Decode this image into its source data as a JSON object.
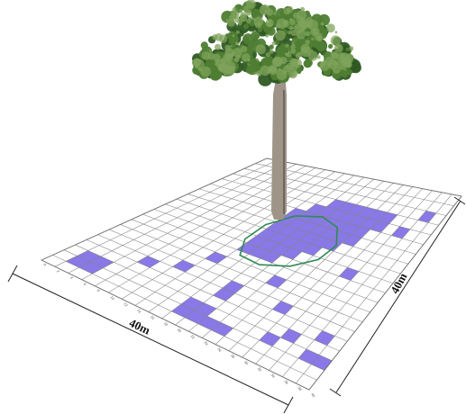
{
  "grid": {
    "cols": 20,
    "rows": 20,
    "line_color": "#8a8a8a",
    "fill_color": "#ffffff",
    "highlight_color": "#8878e8",
    "highlight_stroke": "#6a5ad0",
    "highlighted_cells": [
      [
        1,
        1
      ],
      [
        2,
        1
      ],
      [
        1,
        2
      ],
      [
        2,
        2
      ],
      [
        4,
        4
      ],
      [
        1,
        9
      ],
      [
        2,
        9
      ],
      [
        1,
        10
      ],
      [
        2,
        10
      ],
      [
        4,
        10
      ],
      [
        5,
        10
      ],
      [
        1,
        11
      ],
      [
        1,
        12
      ],
      [
        5,
        6
      ],
      [
        7,
        7
      ],
      [
        5,
        14
      ],
      [
        2,
        15
      ],
      [
        3,
        16
      ],
      [
        2,
        18
      ],
      [
        2,
        19
      ],
      [
        4,
        18
      ],
      [
        7,
        12
      ],
      [
        9,
        8
      ],
      [
        10,
        8
      ],
      [
        11,
        8
      ],
      [
        12,
        8
      ],
      [
        13,
        8
      ],
      [
        14,
        8
      ],
      [
        9,
        9
      ],
      [
        10,
        9
      ],
      [
        11,
        9
      ],
      [
        12,
        9
      ],
      [
        13,
        9
      ],
      [
        14,
        9
      ],
      [
        15,
        9
      ],
      [
        9,
        10
      ],
      [
        10,
        10
      ],
      [
        11,
        10
      ],
      [
        12,
        10
      ],
      [
        13,
        10
      ],
      [
        14,
        10
      ],
      [
        15,
        10
      ],
      [
        16,
        10
      ],
      [
        10,
        11
      ],
      [
        11,
        11
      ],
      [
        12,
        11
      ],
      [
        13,
        11
      ],
      [
        14,
        11
      ],
      [
        15,
        11
      ],
      [
        16,
        11
      ],
      [
        11,
        12
      ],
      [
        12,
        12
      ],
      [
        13,
        12
      ],
      [
        14,
        12
      ],
      [
        15,
        12
      ],
      [
        16,
        12
      ],
      [
        12,
        13
      ],
      [
        13,
        13
      ],
      [
        14,
        13
      ],
      [
        15,
        13
      ],
      [
        16,
        13
      ],
      [
        13,
        14
      ],
      [
        14,
        14
      ],
      [
        15,
        14
      ],
      [
        16,
        14
      ],
      [
        15,
        15
      ],
      [
        16,
        15
      ],
      [
        10,
        16
      ],
      [
        15,
        17
      ],
      [
        17,
        18
      ]
    ]
  },
  "canopy_outline": {
    "stroke": "#2f8a55",
    "points": [
      [
        8.6,
        8.6
      ],
      [
        8.4,
        10.4
      ],
      [
        9.3,
        12.3
      ],
      [
        10.8,
        13.6
      ],
      [
        12.6,
        13.8
      ],
      [
        14.3,
        12.5
      ],
      [
        14.9,
        10.6
      ],
      [
        14.2,
        8.7
      ],
      [
        12.4,
        7.6
      ],
      [
        10.3,
        7.6
      ]
    ]
  },
  "tree": {
    "trunk_color": "#9e9488",
    "trunk_shade": "#6f665c",
    "canopy_dark": "#2f5a23",
    "canopy_mid": "#4f7e34",
    "canopy_light": "#7fa35b"
  },
  "dimension_x": {
    "label": "40m"
  },
  "dimension_y": {
    "label": "40m"
  },
  "axis_ticks": [
    "0",
    "2",
    "4",
    "6",
    "8",
    "10",
    "12",
    "14",
    "16",
    "18",
    "20",
    "22",
    "24",
    "26",
    "28",
    "30",
    "32",
    "34",
    "36",
    "38",
    "40"
  ]
}
